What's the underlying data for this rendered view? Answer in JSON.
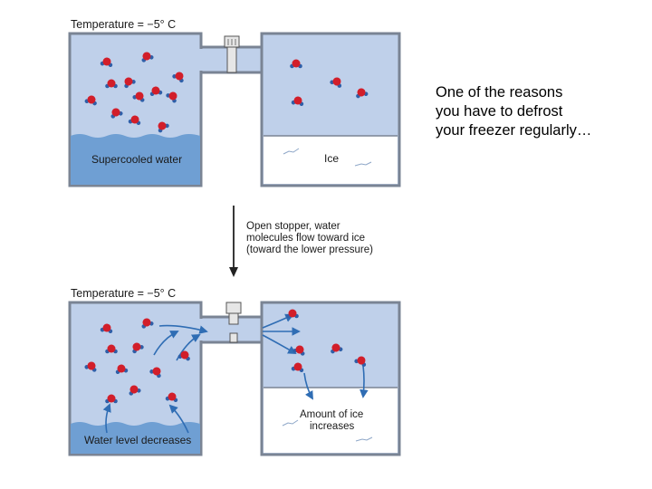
{
  "panels": {
    "top": {
      "temperature": "Temperature = −5° C",
      "left_label": "Supercooled water",
      "right_label": "Ice"
    },
    "step_note": {
      "line1": "Open stopper, water",
      "line2": "molecules flow toward ice",
      "line3": "(toward the lower pressure)"
    },
    "bottom": {
      "temperature": "Temperature = −5° C",
      "left_label": "Water level decreases",
      "right_label_line1": "Amount of ice",
      "right_label_line2": "increases"
    }
  },
  "caption": {
    "line1": "One of the reasons",
    "line2": "you have to defrost",
    "line3": "your freezer regularly…"
  },
  "colors": {
    "tank_wall": "#7a8494",
    "air": "#bfd0ea",
    "water": "#6f9fd3",
    "ice": "#ffffff",
    "oxygen": "#d21e2a",
    "hydrogen": "#2f5fa8",
    "flow_arrow": "#2f6db4"
  },
  "icons": [
    "water-molecule-icon",
    "flow-arrow-icon",
    "stopper-icon",
    "down-arrow-icon"
  ]
}
